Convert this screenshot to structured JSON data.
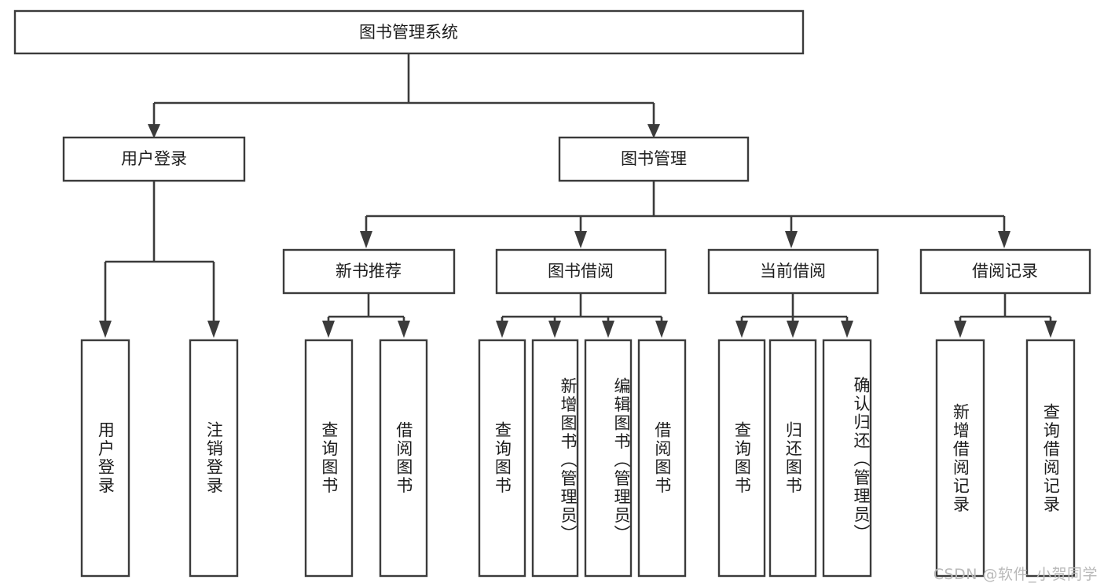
{
  "diagram": {
    "type": "tree",
    "title": "图书管理系统",
    "watermark": "CSDN @软件_小贺同学",
    "colors": {
      "stroke": "#3b3b3b",
      "fill": "#ffffff",
      "text": "#1c1c1c",
      "watermark": "#b9b9b9"
    },
    "levels": {
      "root": {
        "label": "图书管理系统"
      },
      "level1": [
        {
          "label": "用户登录"
        },
        {
          "label": "图书管理"
        }
      ],
      "level2": [
        {
          "label": "新书推荐"
        },
        {
          "label": "图书借阅"
        },
        {
          "label": "当前借阅"
        },
        {
          "label": "借阅记录"
        }
      ],
      "leaves": [
        {
          "label": "用户登录",
          "parent": "用户登录"
        },
        {
          "label": "注销登录",
          "parent": "用户登录"
        },
        {
          "label": "查询图书",
          "parent": "新书推荐"
        },
        {
          "label": "借阅图书",
          "parent": "新书推荐"
        },
        {
          "label": "查询图书",
          "parent": "图书借阅"
        },
        {
          "label": "新增图书（管理员）",
          "parent": "图书借阅"
        },
        {
          "label": "编辑图书（管理员）",
          "parent": "图书借阅"
        },
        {
          "label": "借阅图书",
          "parent": "图书借阅"
        },
        {
          "label": "查询图书",
          "parent": "当前借阅"
        },
        {
          "label": "归还图书",
          "parent": "当前借阅"
        },
        {
          "label": "确认归还（管理员）",
          "parent": "当前借阅"
        },
        {
          "label": "新增借阅记录",
          "parent": "借阅记录"
        },
        {
          "label": "查询借阅记录",
          "parent": "借阅记录"
        }
      ]
    }
  }
}
